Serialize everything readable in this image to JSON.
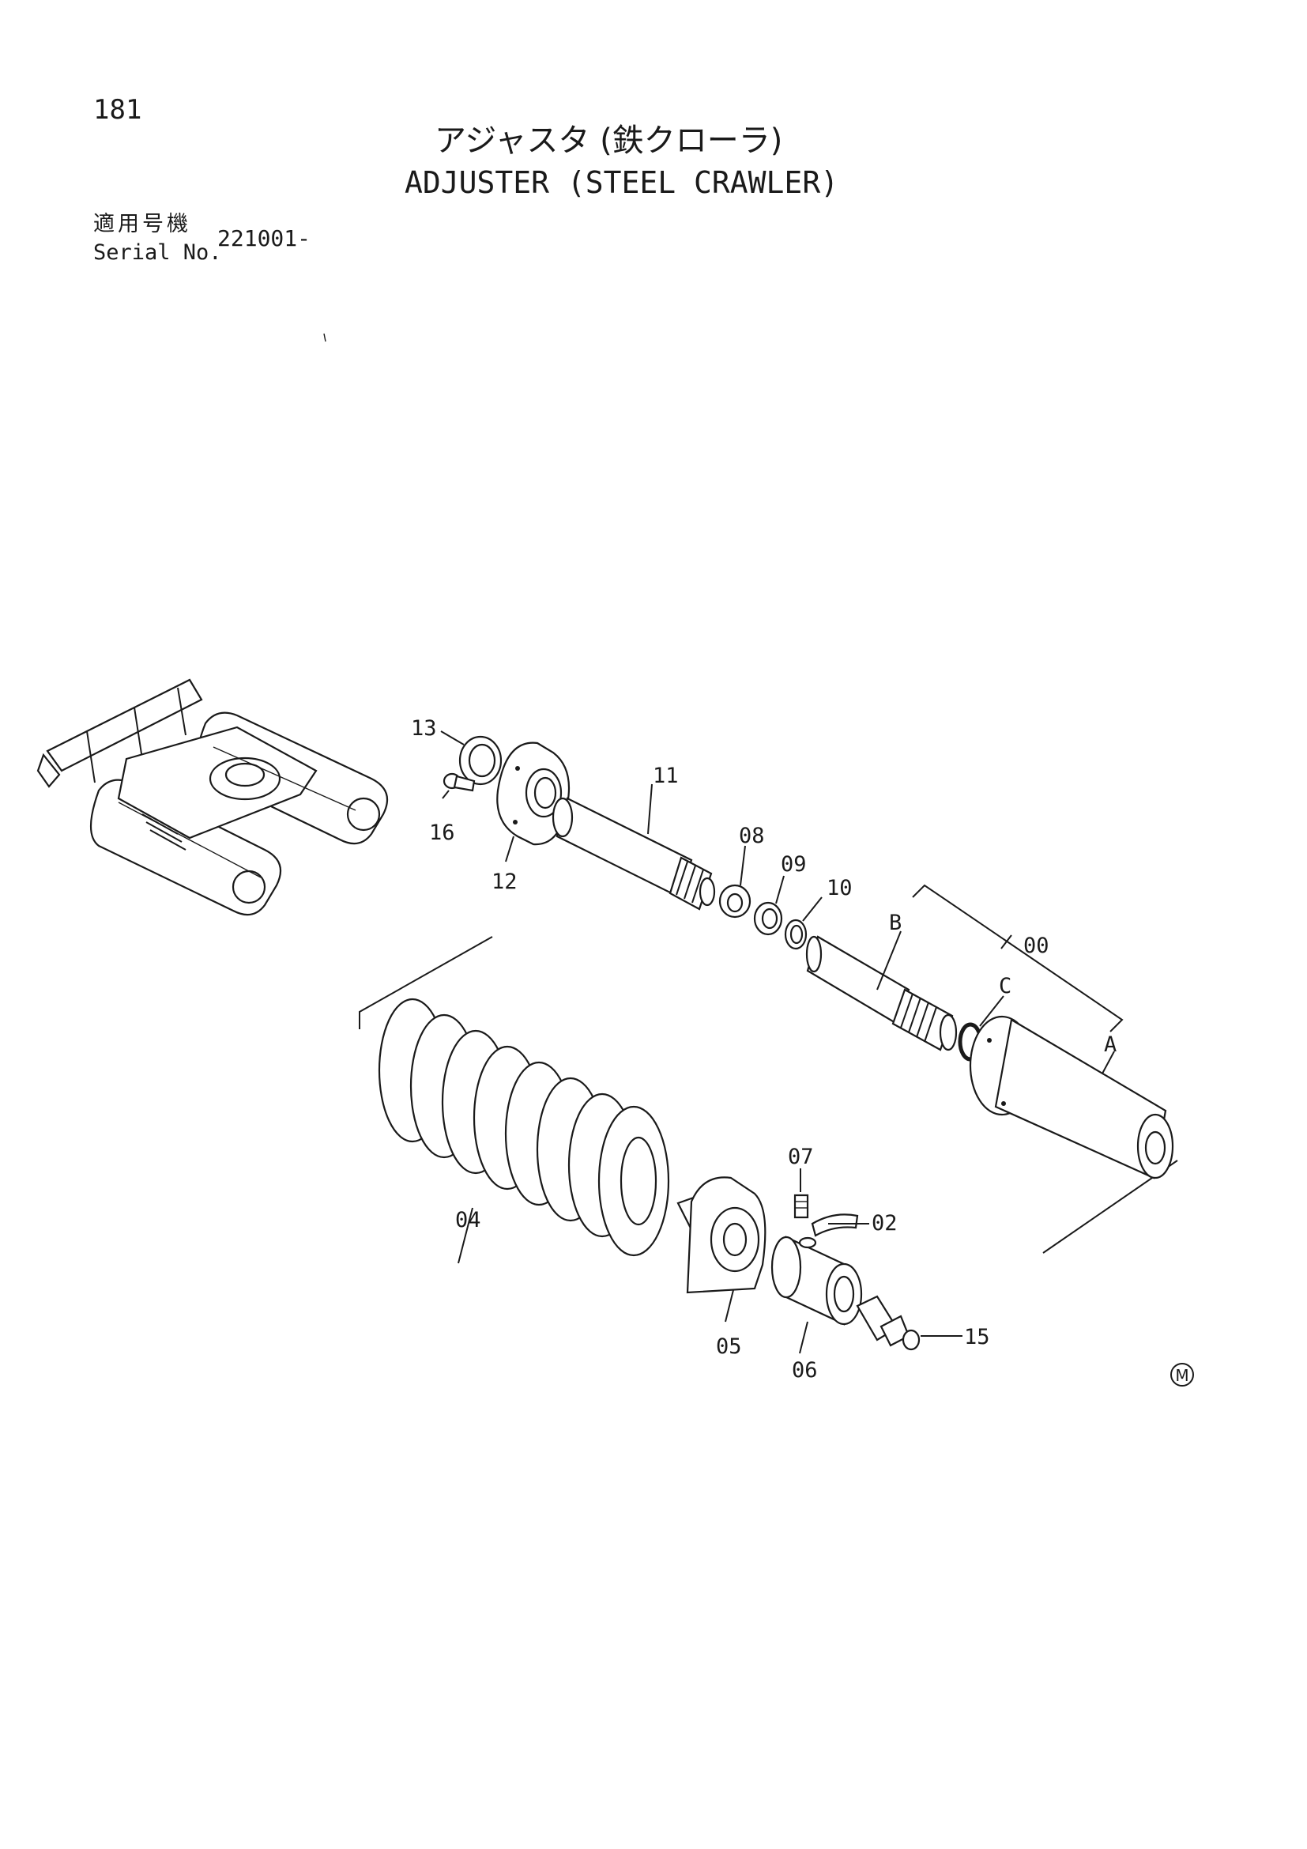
{
  "header": {
    "page_number": "181",
    "title_jp": "アジャスタ (鉄クローラ)",
    "title_en": "ADJUSTER (STEEL CRAWLER)",
    "serial_label_jp": "適用号機",
    "serial_label_en": "Serial No.",
    "serial_value": "221001-"
  },
  "callouts": {
    "p00": "00",
    "p02": "02",
    "p04": "04",
    "p05": "05",
    "p06": "06",
    "p07": "07",
    "p08": "08",
    "p09": "09",
    "p10": "10",
    "p11": "11",
    "p12": "12",
    "p13": "13",
    "p15": "15",
    "p16": "16",
    "A": "A",
    "B": "B",
    "C": "C"
  },
  "mark": "M"
}
